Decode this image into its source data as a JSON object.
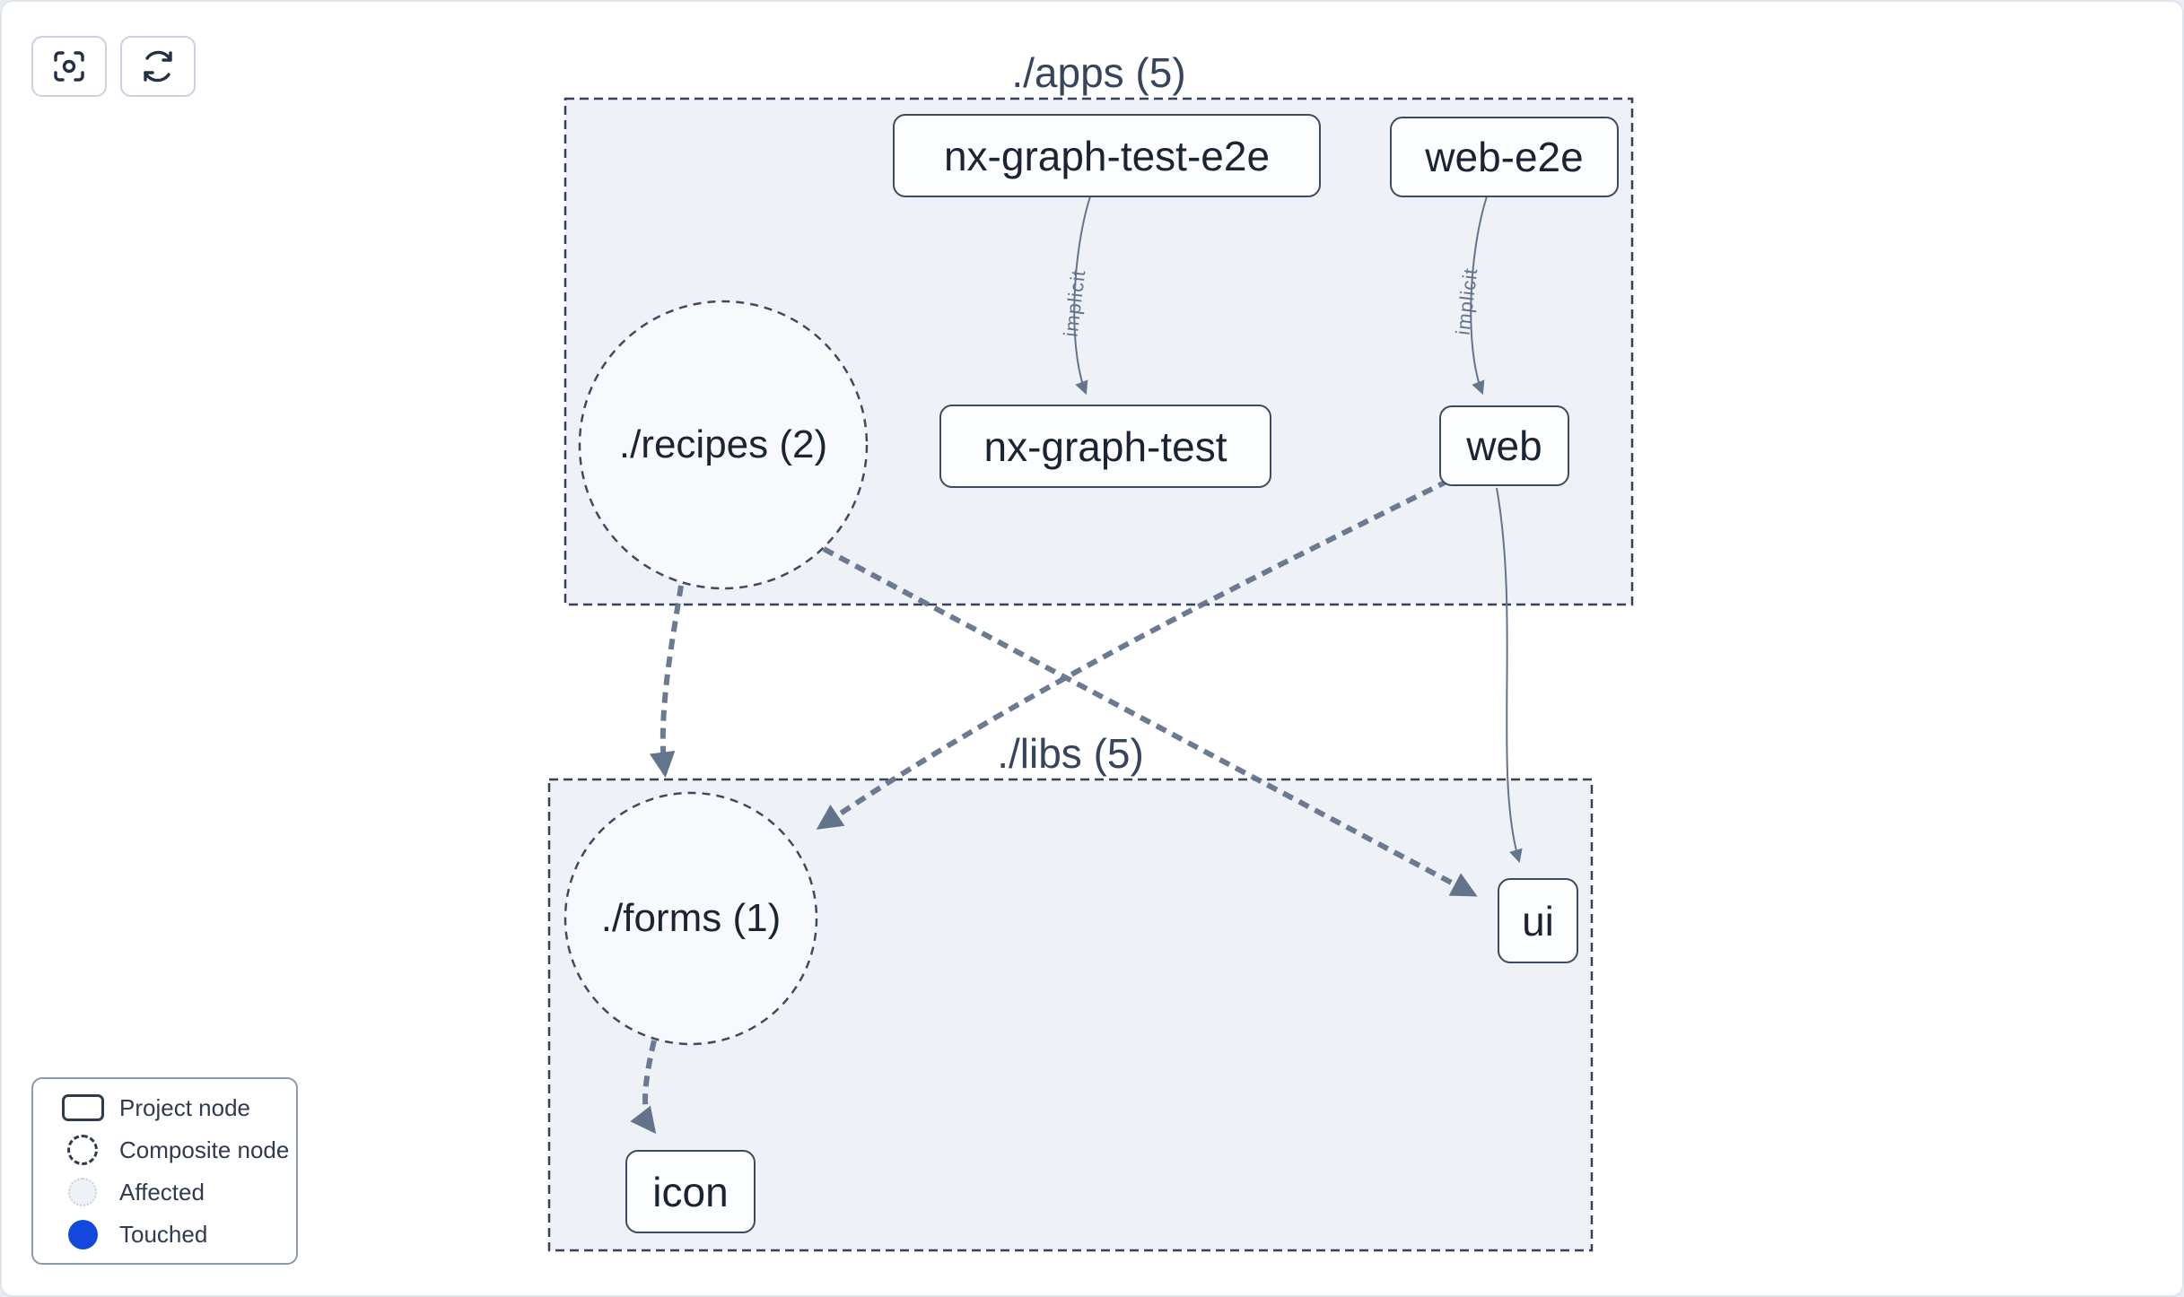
{
  "toolbar": {
    "buttons": [
      {
        "icon": "focus-icon",
        "action": "center-graph"
      },
      {
        "icon": "refresh-icon",
        "action": "reload-graph"
      }
    ]
  },
  "graph": {
    "groups": [
      {
        "label": "./apps (5)"
      },
      {
        "label": "./libs (5)"
      }
    ],
    "composite_nodes": [
      {
        "label": "./recipes (2)",
        "group": "./apps (5)"
      },
      {
        "label": "./forms (1)",
        "group": "./libs (5)"
      }
    ],
    "project_nodes": [
      {
        "label": "nx-graph-test-e2e",
        "group": "./apps (5)"
      },
      {
        "label": "web-e2e",
        "group": "./apps (5)"
      },
      {
        "label": "nx-graph-test",
        "group": "./apps (5)"
      },
      {
        "label": "web",
        "group": "./apps (5)"
      },
      {
        "label": "ui",
        "group": "./libs (5)"
      },
      {
        "label": "icon",
        "group": "./libs (5)"
      }
    ],
    "edges": [
      {
        "from": "nx-graph-test-e2e",
        "to": "nx-graph-test",
        "label": "implicit",
        "style": "solid"
      },
      {
        "from": "web-e2e",
        "to": "web",
        "label": "implicit",
        "style": "solid"
      },
      {
        "from": "web",
        "to": "ui",
        "label": "",
        "style": "solid"
      },
      {
        "from": "./recipes (2)",
        "to": "./forms (1)",
        "label": "",
        "style": "dashed"
      },
      {
        "from": "./recipes (2)",
        "to": "ui",
        "label": "",
        "style": "dashed"
      },
      {
        "from": "web",
        "to": "./forms (1)",
        "label": "",
        "style": "dashed"
      },
      {
        "from": "./forms (1)",
        "to": "icon",
        "label": "",
        "style": "dashed"
      }
    ]
  },
  "legend": {
    "items": [
      {
        "swatch": "project-node",
        "label": "Project node"
      },
      {
        "swatch": "composite-node",
        "label": "Composite node"
      },
      {
        "swatch": "affected",
        "label": "Affected"
      },
      {
        "swatch": "touched",
        "label": "Touched"
      }
    ]
  },
  "colors": {
    "touched_blue": "#1249dc",
    "edge": "#64748b",
    "arrow": "#5c6d87",
    "node_border": "#3d4b61",
    "group_fill": "#eef1f6",
    "group_border": "#35425a",
    "text_dark": "#1b2433",
    "label_slate": "#36445c"
  }
}
